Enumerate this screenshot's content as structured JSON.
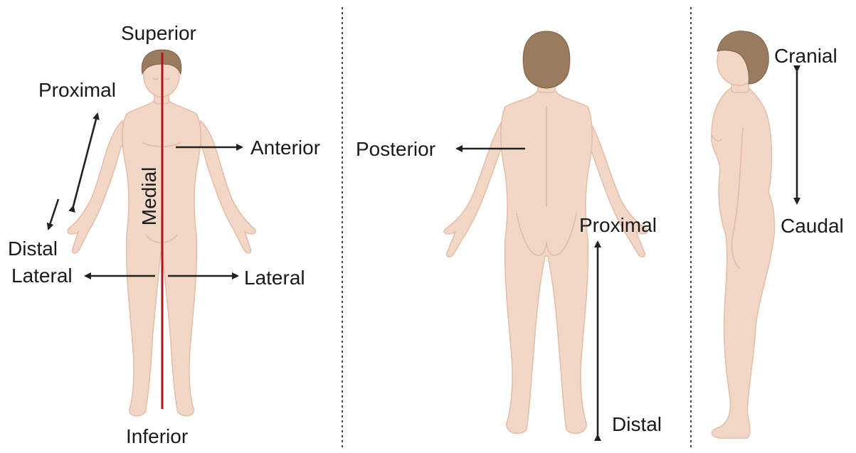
{
  "labels": {
    "superior": "Superior",
    "inferior": "Inferior",
    "proximal_front": "Proximal",
    "distal_front": "Distal",
    "medial": "Medial",
    "anterior": "Anterior",
    "lateral_left": "Lateral",
    "lateral_right": "Lateral",
    "posterior": "Posterior",
    "proximal_back": "Proximal",
    "distal_back": "Distal",
    "cranial": "Cranial",
    "caudal": "Caudal"
  },
  "colors": {
    "midline": "#b3131a",
    "skin": "#f3d7c6",
    "hair": "#9a7b5f",
    "arrow": "#222222"
  }
}
